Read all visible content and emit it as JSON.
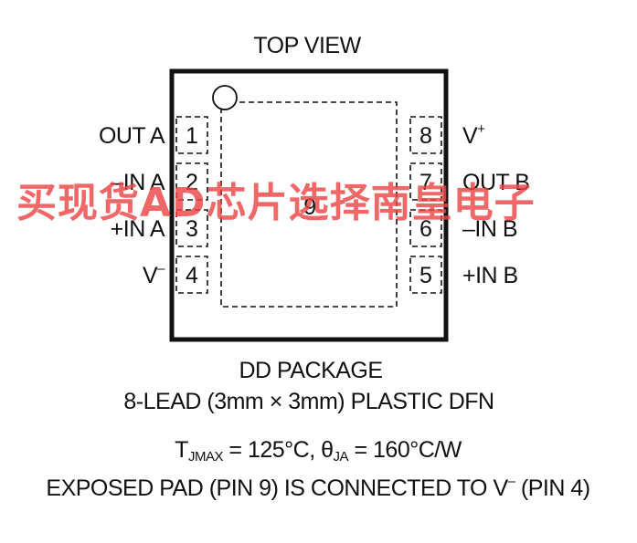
{
  "diagram": {
    "title": "TOP VIEW",
    "package_name": "DD PACKAGE",
    "package_desc": "8-LEAD (3mm × 3mm) PLASTIC DFN",
    "thermal": {
      "t_main": "T",
      "t_sub": "JMAX",
      "t_rest": " = 125°C, ",
      "theta_main": "θ",
      "theta_sub": "JA",
      "theta_rest": " = 160°C/W"
    },
    "note_main": "EXPOSED PAD (PIN 9) IS CONNECTED TO V",
    "note_sup": "–",
    "note_tail": " (PIN 4)",
    "exposed_pad_number": "9",
    "left_pins": [
      {
        "num": "1",
        "label": "OUT A",
        "sup": ""
      },
      {
        "num": "2",
        "label": "–IN A",
        "sup": ""
      },
      {
        "num": "3",
        "label": "+IN A",
        "sup": ""
      },
      {
        "num": "4",
        "label": "V",
        "sup": "–"
      }
    ],
    "right_pins": [
      {
        "num": "8",
        "label": "V",
        "sup": "+"
      },
      {
        "num": "7",
        "label": "OUT B",
        "sup": ""
      },
      {
        "num": "6",
        "label": "–IN B",
        "sup": ""
      },
      {
        "num": "5",
        "label": "+IN B",
        "sup": ""
      }
    ]
  },
  "watermark": "买现货AD芯片选择南皇电子"
}
